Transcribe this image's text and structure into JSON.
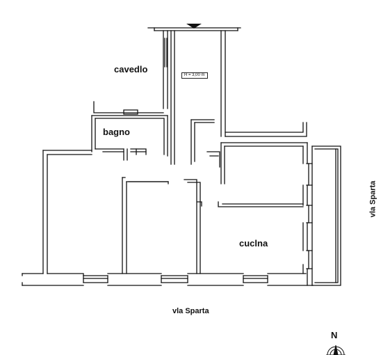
{
  "rooms": {
    "cavedio": "cavedlo",
    "bagno": "bagno",
    "cucina": "cuclna"
  },
  "height_note": "H = 3,00 m",
  "streets": {
    "bottom": "vla Sparta",
    "right": "vla Sparta"
  },
  "compass": {
    "label": "N",
    "icon": "compass-rose-icon"
  },
  "colors": {
    "walls": "#111111",
    "background": "#ffffff"
  }
}
